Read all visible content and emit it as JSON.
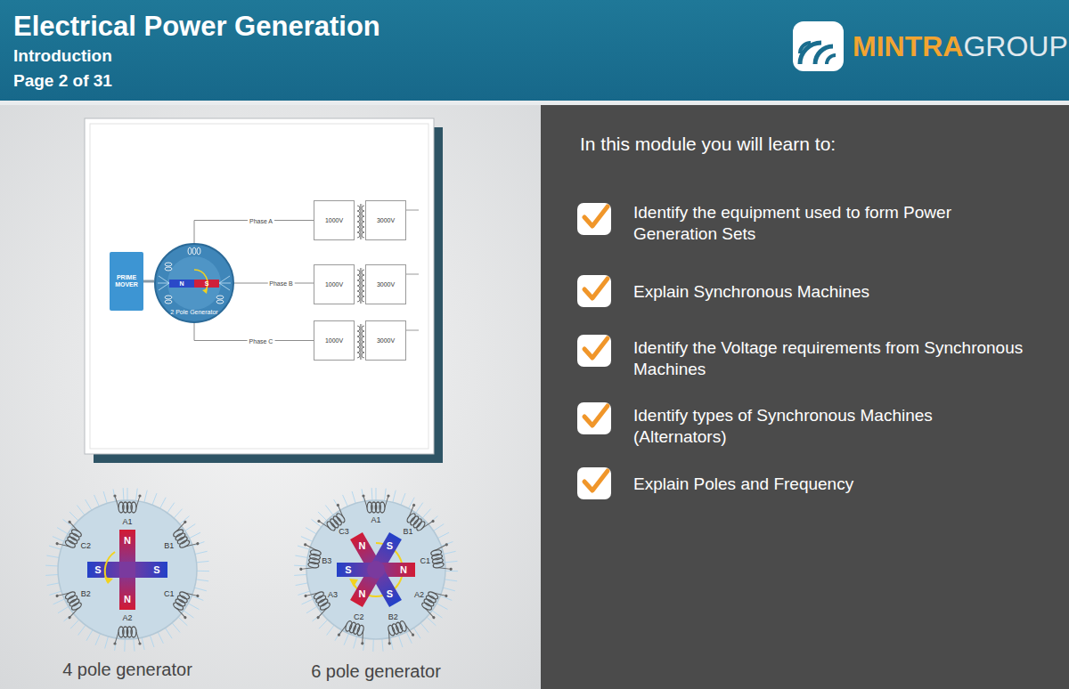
{
  "diagram": {
    "title": "Electrical Power Generation",
    "nodes": [
      {
        "text": [
          "PRIME MOVER"
        ]
      },
      {
        "text": [
          "2 Pole Generator"
        ]
      },
      {
        "text": [
          "1000V"
        ]
      },
      {
        "text": [
          "3000V"
        ]
      },
      {
        "text": [
          "1000V"
        ]
      },
      {
        "text": [
          "3000V"
        ]
      },
      {
        "text": [
          "1000V"
        ]
      },
      {
        "text": [
          "3000V"
        ]
      }
    ],
    "edges": [
      {
        "from": 0,
        "to": 1,
        "arrow": "none"
      },
      {
        "from": 1,
        "to": 2,
        "label": "Phase A",
        "arrow": "none"
      },
      {
        "from": 1,
        "to": 4,
        "label": "Phase B",
        "arrow": "none"
      },
      {
        "from": 1,
        "to": 6,
        "label": "Phase C",
        "arrow": "none"
      }
    ],
    "labels": [
      "Introduction",
      "Page 2 of 31",
      "MINTRA",
      "GROUP",
      "N",
      "S",
      "In this module you will learn to:",
      "Identify the equipment used to form Power Generation Sets",
      "Explain Synchronous Machines",
      "Identify the Voltage requirements from Synchronous Machines",
      "Identify types of Synchronous Machines (Alternators)",
      "Explain Poles and Frequency",
      "4 pole generator",
      "6 pole generator",
      "N",
      "S",
      "N",
      "S",
      "A1",
      "B1",
      "C1",
      "A2",
      "B2",
      "C2",
      "N",
      "S",
      "N",
      "S",
      "N",
      "S",
      "A1",
      "B1",
      "C1",
      "A2",
      "B2",
      "C2",
      "A3",
      "B3",
      "C3"
    ]
  }
}
